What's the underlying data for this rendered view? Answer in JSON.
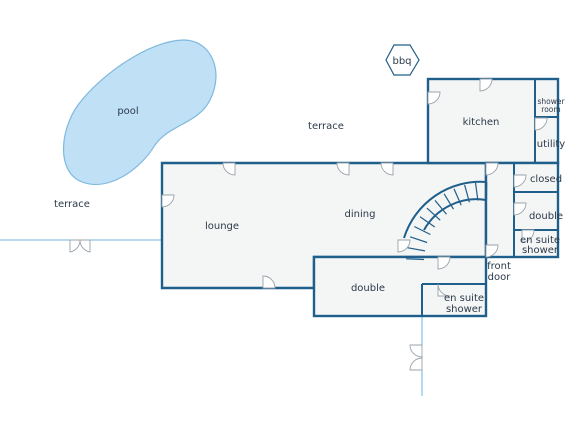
{
  "rooms": {
    "pool": "pool",
    "terrace_top": "terrace",
    "terrace_left": "terrace",
    "bbq": "bbq",
    "kitchen": "kitchen",
    "shower_room_1": "shower",
    "shower_room_2": "room",
    "utility": "utility",
    "closed": "closed",
    "double_right": "double",
    "en_suite_right_1": "en suite",
    "en_suite_right_2": "shower",
    "lounge": "lounge",
    "dining": "dining",
    "front_door_1": "front",
    "front_door_2": "door",
    "double_bottom": "double",
    "en_suite_bottom_1": "en suite",
    "en_suite_bottom_2": "shower"
  },
  "colors": {
    "wall": "#1f5f8b",
    "floor": "#f4f5f5",
    "pool_fill": "#bfe0f5",
    "pool_stroke": "#7fb9de",
    "fence": "#9fd1ec",
    "text": "#2b3a4a"
  }
}
